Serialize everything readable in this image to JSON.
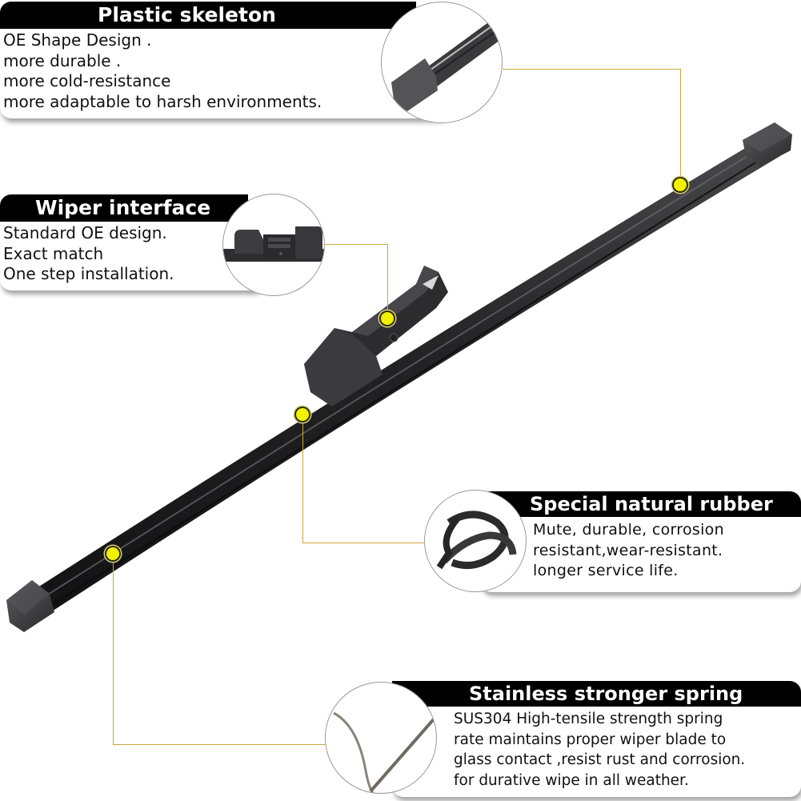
{
  "product": "rear wiper blade",
  "colors": {
    "title_bar": "#000000",
    "title_text": "#ffffff",
    "body_text": "#111111",
    "leader_line": "#c9a93a",
    "marker_dot": "#f2f200",
    "blade": "#2a2a2c"
  },
  "callouts": [
    {
      "title": "Plastic skeleton",
      "lines": [
        "OE Shape Design .",
        "more durable .",
        "more cold-resistance",
        "more adaptable to harsh environments."
      ],
      "icon": "blade-end-cap-closeup"
    },
    {
      "title": "Wiper interface",
      "lines": [
        "Standard OE design.",
        "Exact match",
        "One step installation."
      ],
      "icon": "wiper-adapter-closeup"
    },
    {
      "title": "Special natural rubber",
      "lines": [
        "Mute, durable, corrosion",
        "resistant,wear-resistant.",
        "longer service life."
      ],
      "icon": "rubber-strip-closeup"
    },
    {
      "title": "Stainless stronger spring",
      "lines": [
        "SUS304 High-tensile strength spring",
        "rate maintains proper wiper blade to",
        "glass contact ,resist rust and corrosion.",
        "for durative wipe in all weather."
      ],
      "icon": "steel-spring-closeup"
    }
  ]
}
